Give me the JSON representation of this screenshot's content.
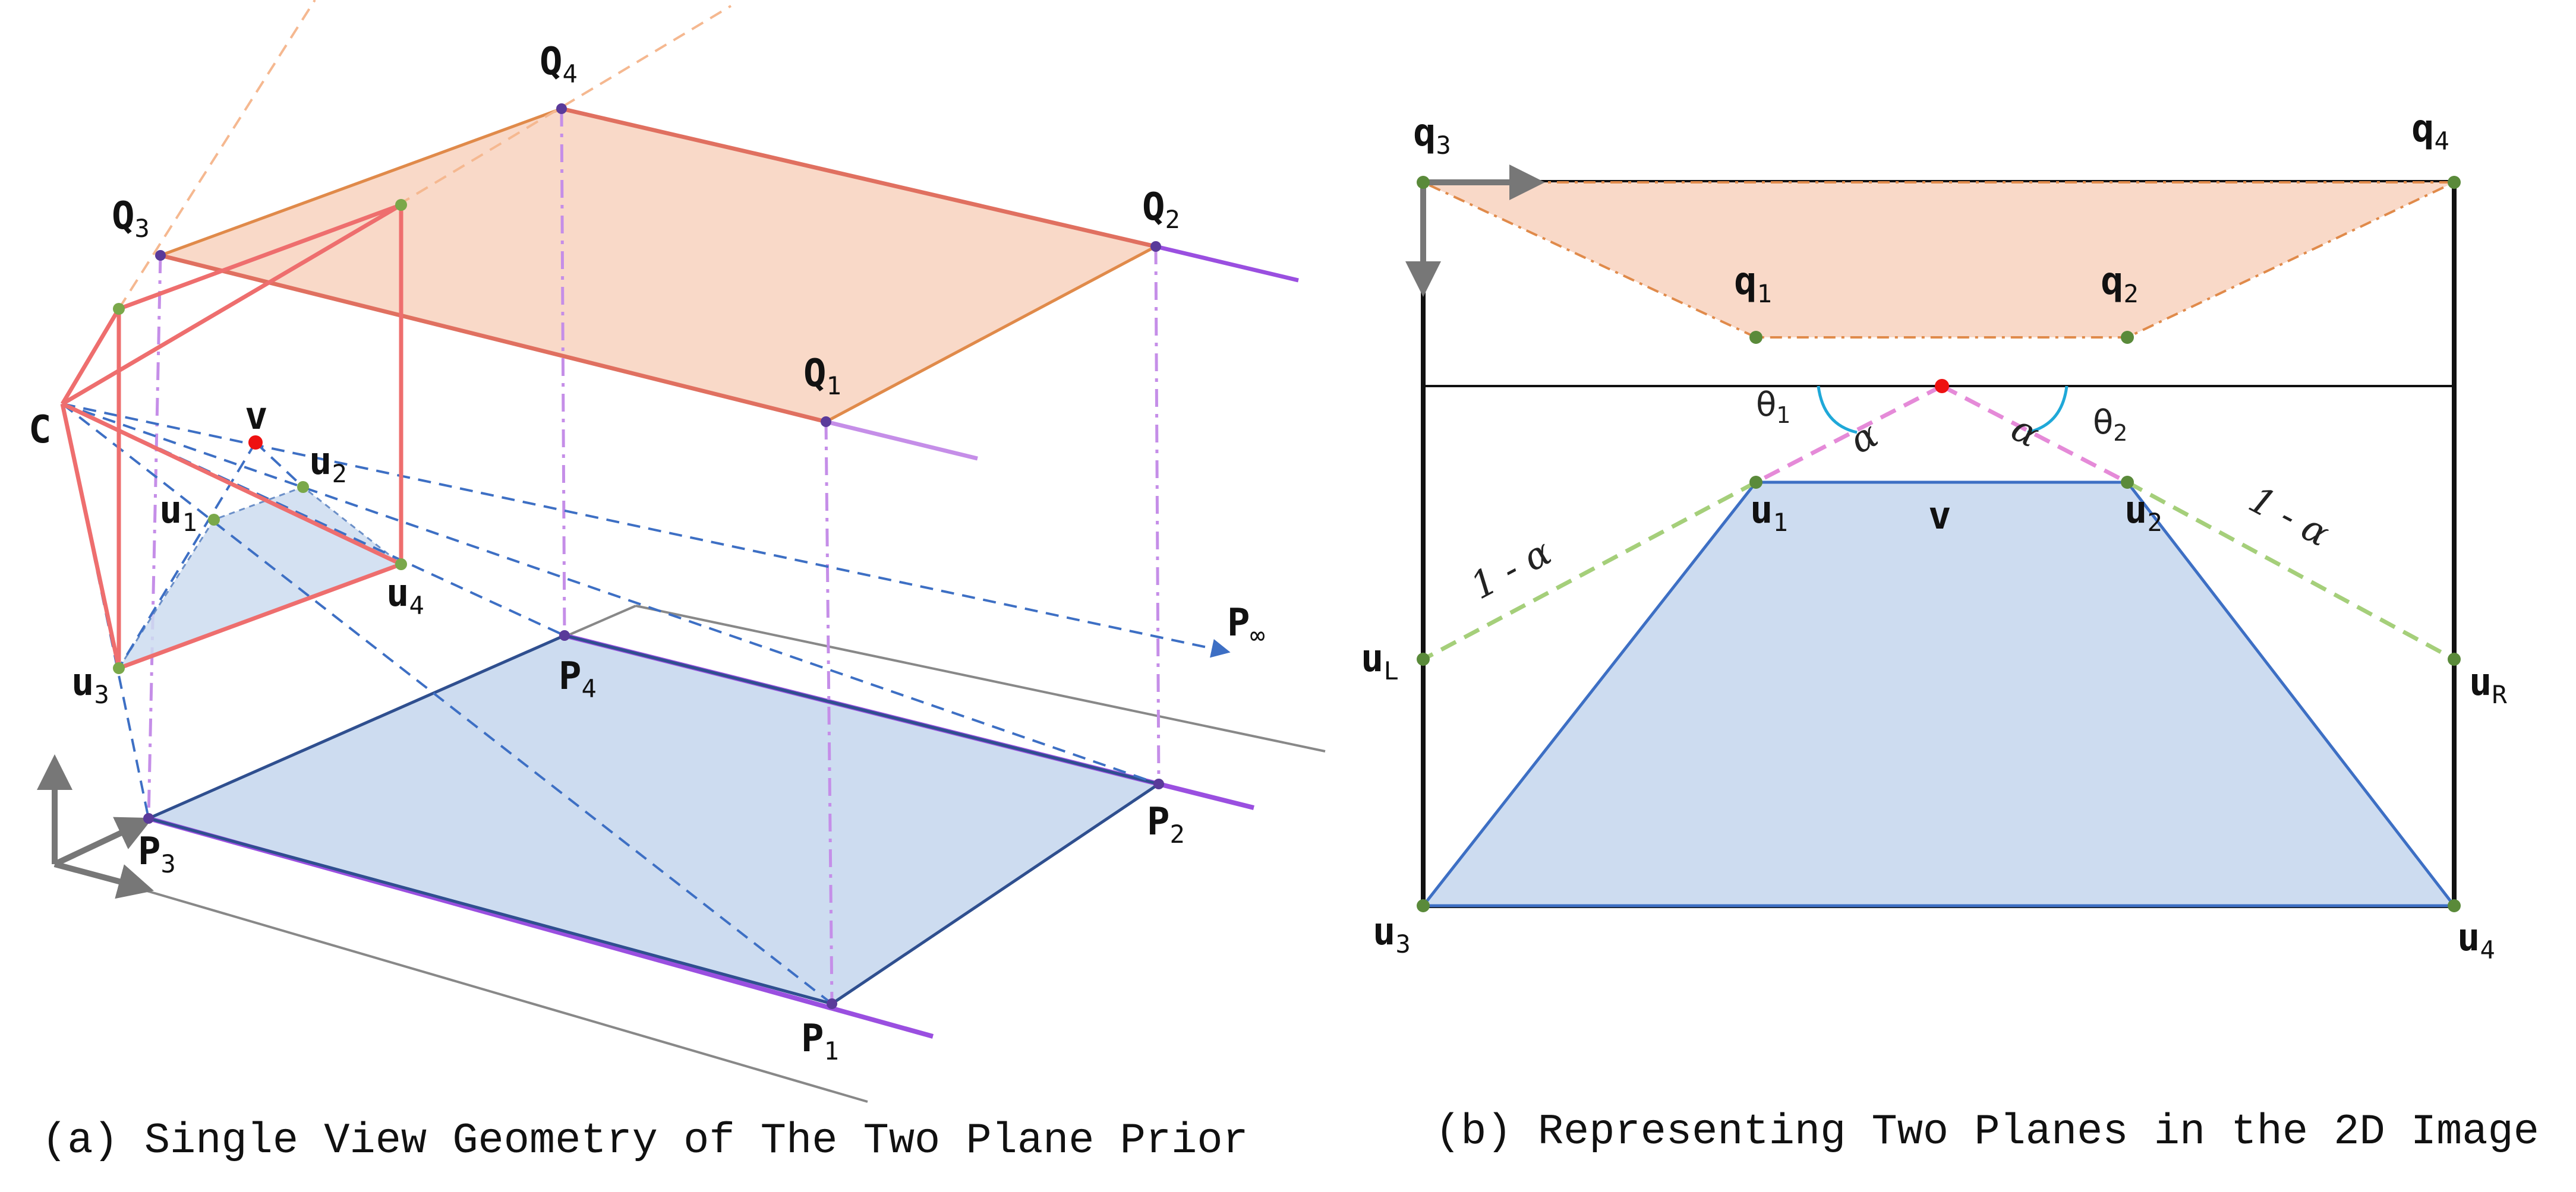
{
  "panel_a": {
    "caption": "(a) Single View Geometry of The Two Plane Prior",
    "points": {
      "Q4": {
        "main": "Q",
        "sub": "4"
      },
      "Q3": {
        "main": "Q",
        "sub": "3"
      },
      "Q2": {
        "main": "Q",
        "sub": "2"
      },
      "Q1": {
        "main": "Q",
        "sub": "1"
      },
      "C": {
        "main": "C",
        "sub": ""
      },
      "v": {
        "main": "v",
        "sub": ""
      },
      "u2": {
        "main": "u",
        "sub": "2"
      },
      "u1": {
        "main": "u",
        "sub": "1"
      },
      "u4": {
        "main": "u",
        "sub": "4"
      },
      "u3": {
        "main": "u",
        "sub": "3"
      },
      "P4": {
        "main": "P",
        "sub": "4"
      },
      "P3": {
        "main": "P",
        "sub": "3"
      },
      "P2": {
        "main": "P",
        "sub": "2"
      },
      "P1": {
        "main": "P",
        "sub": "1"
      },
      "Pinf": {
        "main": "P",
        "sub": "∞"
      }
    }
  },
  "panel_b": {
    "caption": "(b) Representing Two Planes in the 2D Image",
    "points": {
      "q3": {
        "main": "q",
        "sub": "3"
      },
      "q4": {
        "main": "q",
        "sub": "4"
      },
      "q1": {
        "main": "q",
        "sub": "1"
      },
      "q2": {
        "main": "q",
        "sub": "2"
      },
      "u1": {
        "main": "u",
        "sub": "1"
      },
      "u2": {
        "main": "u",
        "sub": "2"
      },
      "v": {
        "main": "v",
        "sub": ""
      },
      "uL": {
        "main": "u",
        "sub": "L"
      },
      "uR": {
        "main": "u",
        "sub": "R"
      },
      "u3": {
        "main": "u",
        "sub": "3"
      },
      "u4": {
        "main": "u",
        "sub": "4"
      }
    },
    "angles": {
      "theta1": {
        "main": "θ",
        "sub": "1"
      },
      "theta2": {
        "main": "θ",
        "sub": "2"
      },
      "alpha_left": "α",
      "alpha_right": "α",
      "one_minus_alpha_left": "1 - α",
      "one_minus_alpha_right": "1 - α"
    }
  },
  "colors": {
    "upper_plane_fill": "#f9d9c8",
    "upper_plane_edge": "#e08a4a",
    "lower_plane_fill": "#cddcf0",
    "lower_plane_edge": "#2f4f8f",
    "camera_red": "#ee6e6e",
    "ray_blue": "#3d6fc4",
    "projection_violet": "#c58ee8",
    "rail_purple": "#9a4fe0",
    "point_green": "#5a8a3a",
    "vanishing_red": "#ee1111",
    "alpha_pink": "#e58ad8",
    "one_minus_alpha_green": "#a5cf7a",
    "angle_arc_cyan": "#1fa8d8"
  }
}
